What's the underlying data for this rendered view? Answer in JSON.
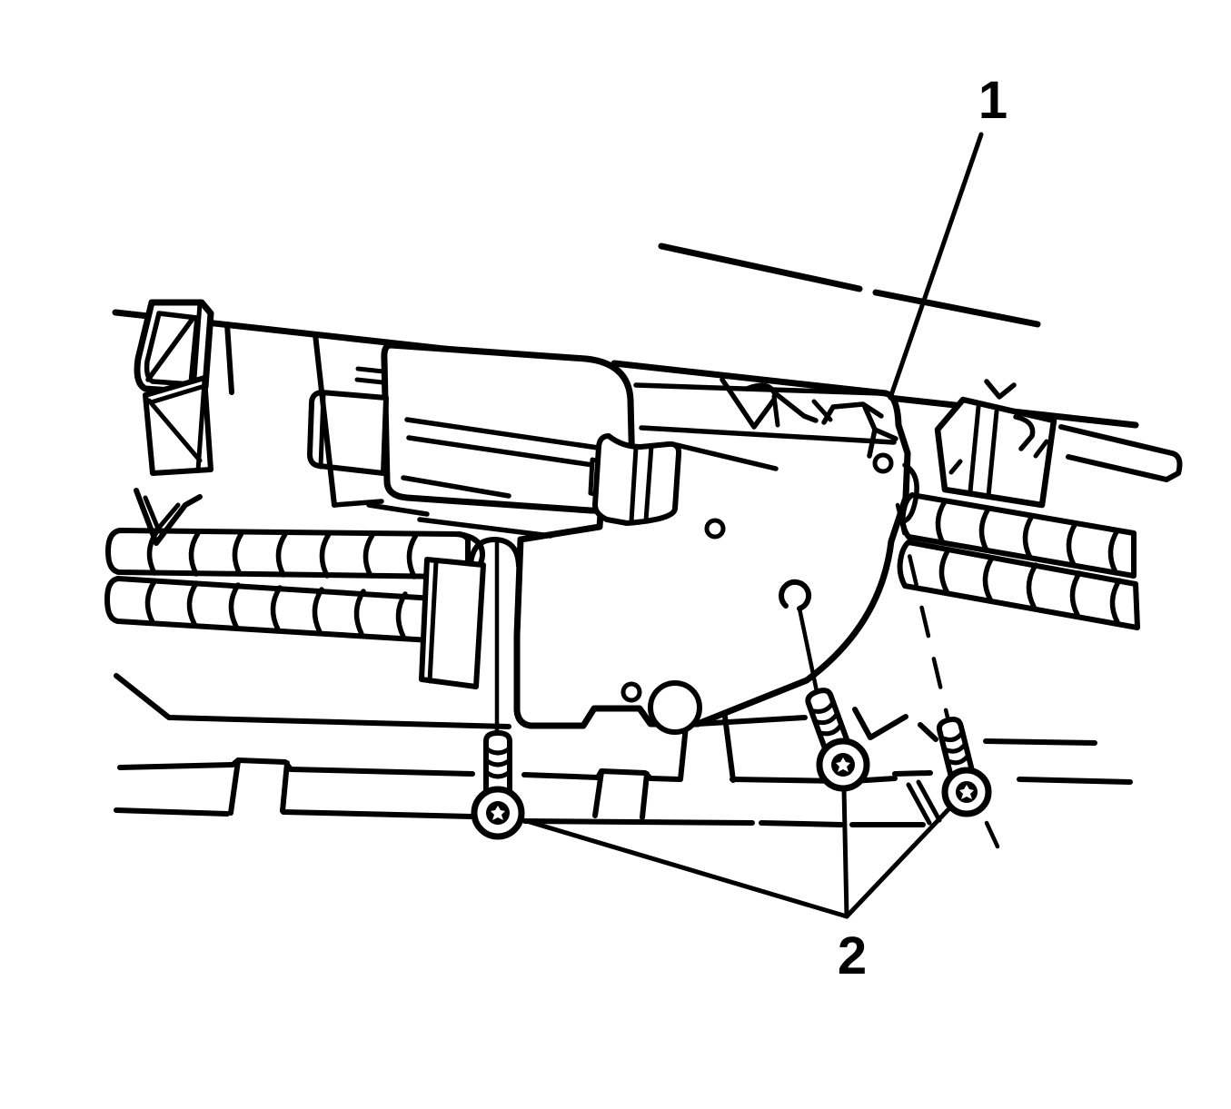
{
  "figure": {
    "alt": "Exploded service illustration of a wiper motor and transmission assembly",
    "background_color": "#ffffff",
    "line_color": "#000000",
    "callouts": [
      {
        "label": "1"
      },
      {
        "label": "2"
      }
    ]
  }
}
